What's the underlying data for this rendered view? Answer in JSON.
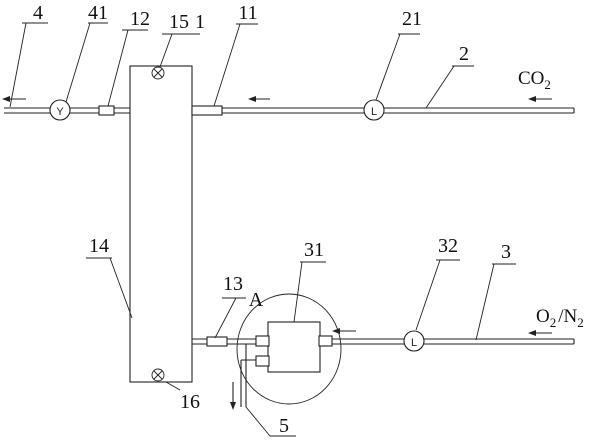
{
  "labels": {
    "l4": "4",
    "l41": "41",
    "l12": "12",
    "l15": "15",
    "l1": "1",
    "l11": "11",
    "l21": "21",
    "l2": "2",
    "l14": "14",
    "l13": "13",
    "lA": "A",
    "l31": "31",
    "l32": "32",
    "l3": "3",
    "l16": "16",
    "l5": "5"
  },
  "gases": {
    "co2_main": "CO",
    "co2_sub": "2",
    "o2_main": "O",
    "o2_sub": "2",
    "slash": "/N",
    "n2_sub": "2"
  },
  "gauge_symbols": {
    "outlet_gauge": "Y",
    "co2_gauge": "L",
    "o2n2_gauge": "L"
  },
  "colors": {
    "line": "#222222",
    "background": "#ffffff"
  }
}
